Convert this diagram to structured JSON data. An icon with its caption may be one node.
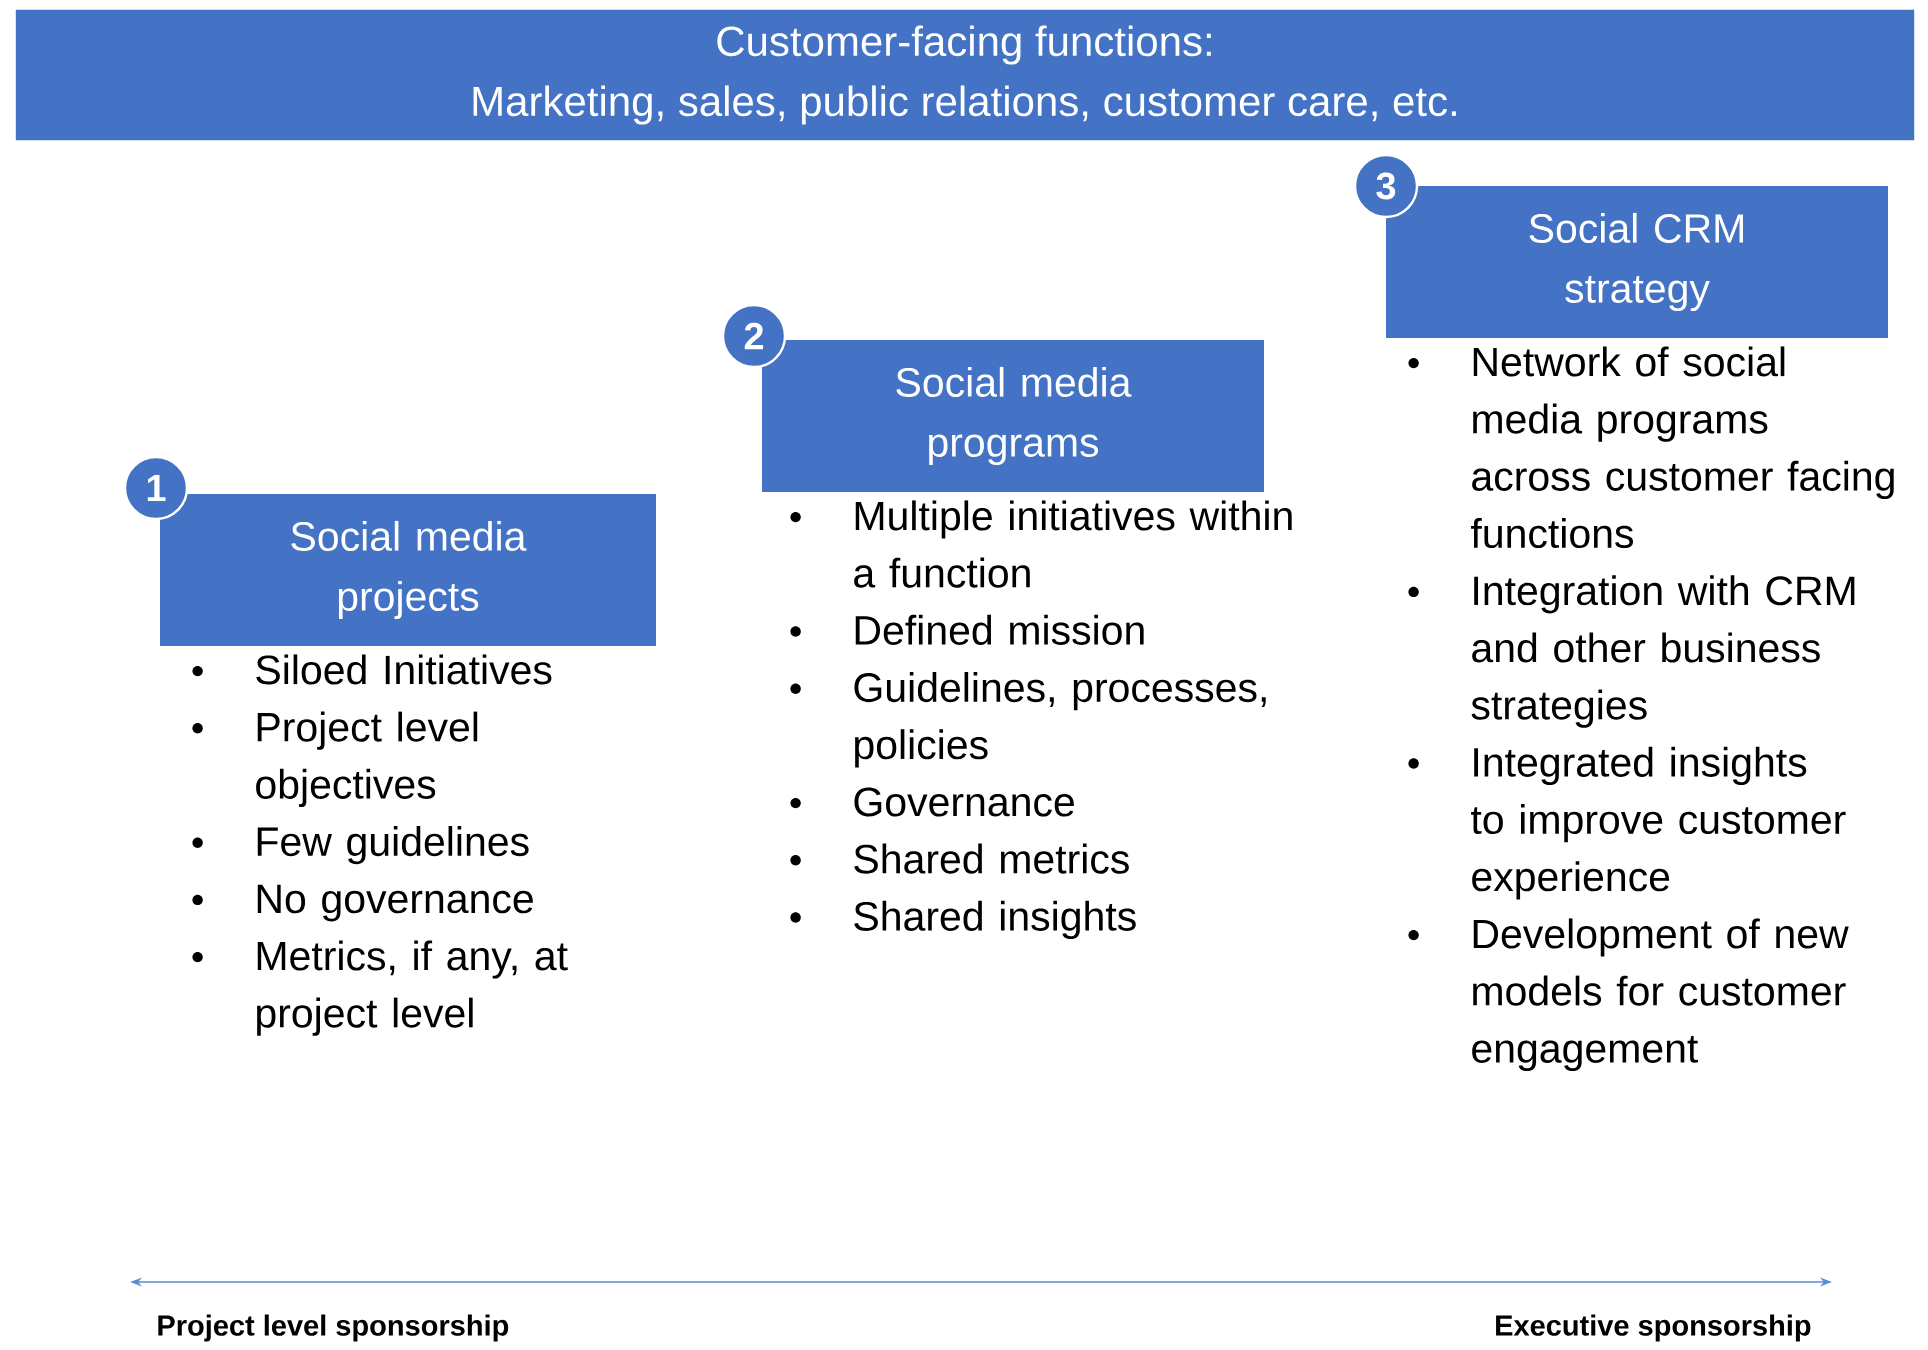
{
  "diagram": {
    "nodes": [
      {
        "text": [
          "Customer-facing functions:",
          "Marketing, sales, public relations, customer care, etc."
        ]
      },
      {
        "text": [
          "Social media projects"
        ],
        "beside": [
          "Siloed Initiatives",
          "Project level objectives",
          "Few guidelines",
          "No governance",
          "Metrics, if any, at project level"
        ]
      },
      {
        "text": [
          "1"
        ]
      },
      {
        "text": [
          "Social media programs"
        ],
        "beside": [
          "Multiple initiatives within a function",
          "Defined mission",
          "Guidelines, processes, policies",
          "Governance",
          "Shared metrics",
          "Shared insights"
        ]
      },
      {
        "text": [
          "2"
        ]
      },
      {
        "text": [
          "Social CRM strategy"
        ],
        "beside": [
          "Network of social media programs across customer facing functions",
          "Integration with CRM and other business strategies",
          "Integrated insights to improve customer experience",
          "Development of new models for customer engagement"
        ]
      },
      {
        "text": [
          "3"
        ]
      }
    ],
    "labels": [
      "Project level sponsorship",
      "Executive sponsorship"
    ]
  }
}
